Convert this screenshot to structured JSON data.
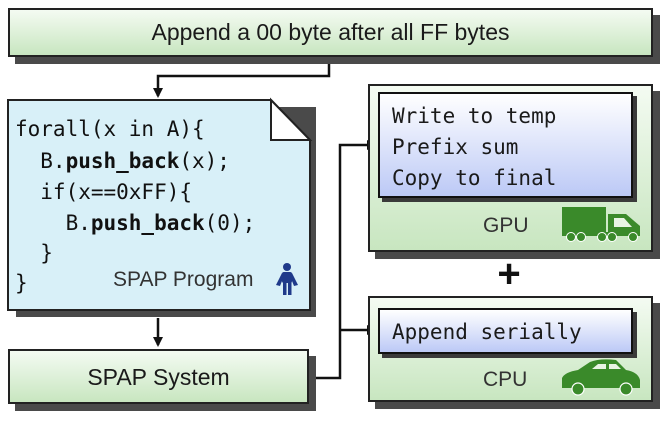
{
  "header": {
    "text": "Append a 00 byte after all FF bytes"
  },
  "program": {
    "code": {
      "line1": "forall(x in A){",
      "line2_pre": "  B.",
      "line2_kw": "push_back",
      "line2_post": "(x);",
      "line3": "  if(x==0xFF){",
      "line4_pre": "    B.",
      "line4_kw": "push_back",
      "line4_post": "(0);",
      "line5": "  }",
      "line6": "}"
    },
    "label": "SPAP Program",
    "icon": "person-icon"
  },
  "system": {
    "label": "SPAP System"
  },
  "gpu": {
    "steps": [
      "Write to temp",
      "Prefix sum",
      "Copy to final"
    ],
    "label": "GPU",
    "icon": "truck-icon"
  },
  "cpu": {
    "steps": [
      "Append serially"
    ],
    "label": "CPU",
    "icon": "car-icon"
  },
  "combine": {
    "symbol": "+"
  },
  "colors": {
    "box_fill": "#c8e6c0",
    "program_fill": "#d8f0f8",
    "inner_fill": "#bcc9f6",
    "vehicle": "#3a8a2a",
    "person": "#1f3a8a",
    "shadow": "#4a4a4a"
  }
}
